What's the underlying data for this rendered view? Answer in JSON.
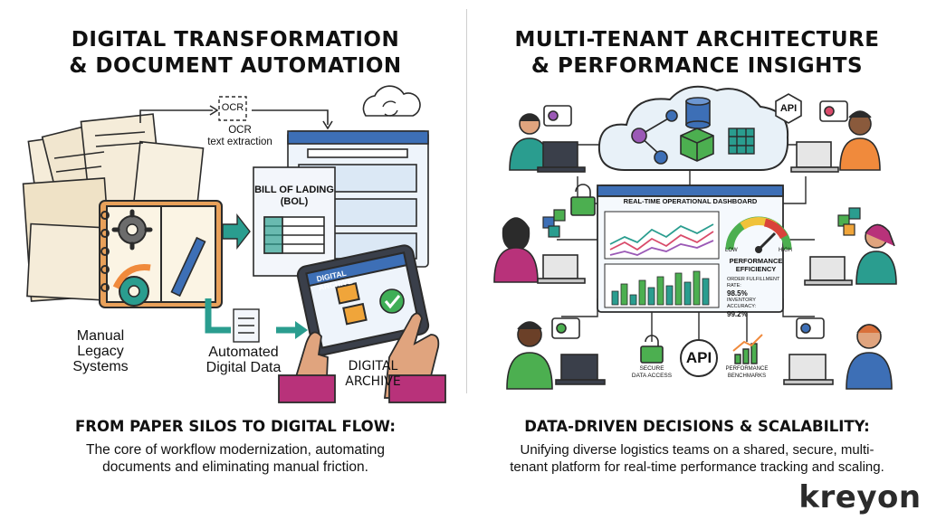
{
  "left": {
    "title_line1": "DIGITAL TRANSFORMATION",
    "title_line2": "& DOCUMENT AUTOMATION",
    "ocr_box": "OCR",
    "ocr_caption_line1": "OCR",
    "ocr_caption_line2": "text extraction",
    "bol_line1": "BILL OF LADING",
    "bol_line2": "(BOL)",
    "tablet_header": "DIGITAL ARCHIVE",
    "manual_line1": "Manual",
    "manual_line2": "Legacy",
    "manual_line3": "Systems",
    "automated_line1": "Automated",
    "automated_line2": "Digital Data",
    "archive_line1": "DIGITAL",
    "archive_line2": "ARCHIVE",
    "caption_heading": "FROM PAPER SILOS TO DIGITAL FLOW:",
    "caption_line1": "The core of workflow modernization, automating",
    "caption_line2": "documents and eliminating manual friction."
  },
  "right": {
    "title_line1": "MULTI-TENANT ARCHITECTURE",
    "title_line2": "& PERFORMANCE INSIGHTS",
    "api_cloud_badge": "API",
    "dashboard_title": "REAL-TIME OPERATIONAL DASHBOARD",
    "gauge_low": "LOW",
    "gauge_high": "HIGH",
    "perf_line1": "PERFORMANCE",
    "perf_line2": "EFFICIENCY",
    "fulfillment_label": "ORDER FULFILLMENT RATE:",
    "fulfillment_value": "98.5%",
    "accuracy_label": "INVENTORY ACCURACY:",
    "accuracy_value": "99.2%",
    "api_hub": "API",
    "secure_line1": "SECURE",
    "secure_line2": "DATA ACCESS",
    "bench_line1": "PERFORMANCE",
    "bench_line2": "BENCHMARKS",
    "caption_heading": "DATA-DRIVEN DECISIONS & SCALABILITY:",
    "caption_line1": "Unifying diverse logistics teams on a shared, secure, multi-",
    "caption_line2": "tenant platform for real-time performance tracking and scaling."
  },
  "brand": "kreyon",
  "colors": {
    "teal": "#2a9d8f",
    "teal_dark": "#1f6f66",
    "orange": "#f08a3c",
    "paper": "#f5ecd9",
    "magenta": "#b8327a",
    "screen_blue": "#3d6fb6",
    "cloud": "#e8f1f8",
    "green_cube": "#4caf50",
    "gauge_red": "#d9433a"
  },
  "icons": [
    "gear-icon",
    "pen-icon",
    "cloud-sync-icon",
    "lock-icon",
    "database-icon",
    "cube-icon",
    "network-icon",
    "gauge-icon",
    "chart-icon",
    "checkmark-icon",
    "laptop-icon",
    "person-icon"
  ]
}
